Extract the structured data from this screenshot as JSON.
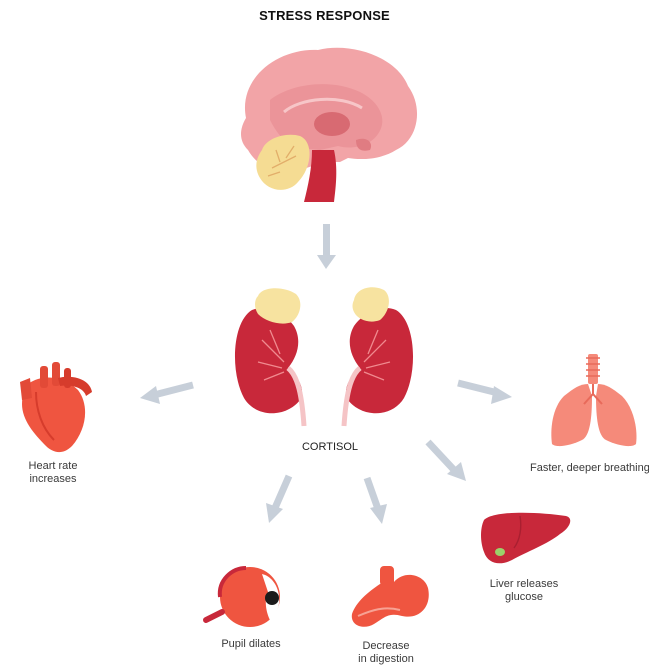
{
  "title": "STRESS RESPONSE",
  "hormone_label": "CORTISOL",
  "effects": {
    "heart": [
      "Heart rate",
      "increases"
    ],
    "lungs": "Faster, deeper breathing",
    "eye": "Pupil dilates",
    "stomach": [
      "Decrease",
      "in digestion"
    ],
    "liver": [
      "Liver releases",
      "glucose"
    ]
  },
  "colors": {
    "arrow": "#c7cfd9",
    "brain": "#f2a4a7",
    "brain_dark": "#e07c82",
    "organ_red": "#c8283a",
    "organ_orange": "#ef5540",
    "adrenal": "#f7e3a0",
    "cerebellum": "#f5dc93",
    "lung": "#f58a7a"
  }
}
